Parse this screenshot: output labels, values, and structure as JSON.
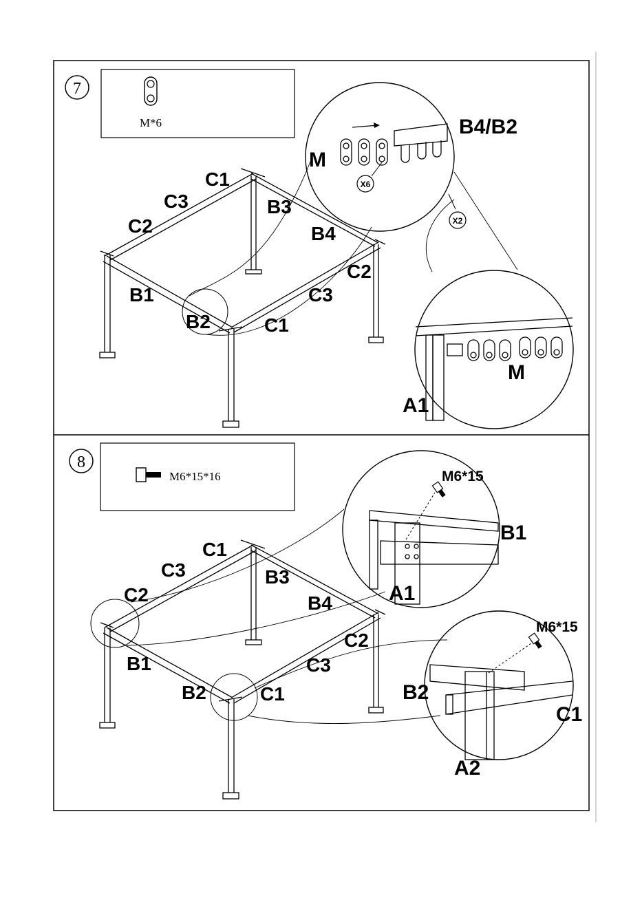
{
  "step7": {
    "number": "7",
    "part_label": "M*6",
    "frame_labels": {
      "c1": "C1",
      "c3": "C3",
      "c2_left": "C2",
      "b3": "B3",
      "b4": "B4",
      "c2_right": "C2",
      "b1": "B1",
      "c3_front": "C3",
      "b2": "B2",
      "c1_front": "C1"
    },
    "detail_top": {
      "m": "M",
      "b4b2": "B4/B2",
      "x6": "X6",
      "x2": "X2"
    },
    "detail_bottom": {
      "m": "M",
      "a1": "A1"
    }
  },
  "step8": {
    "number": "8",
    "part_label": "M6*15*16",
    "frame_labels": {
      "c1": "C1",
      "c3": "C3",
      "c2_left": "C2",
      "b3": "B3",
      "b4": "B4",
      "c2_right": "C2",
      "b1": "B1",
      "c3_front": "C3",
      "b2": "B2",
      "c1_front": "C1"
    },
    "detail_top": {
      "bolt": "M6*15",
      "b1": "B1",
      "a1": "A1"
    },
    "detail_bottom": {
      "bolt": "M6*15",
      "b2": "B2",
      "c1": "C1",
      "a2": "A2"
    }
  }
}
